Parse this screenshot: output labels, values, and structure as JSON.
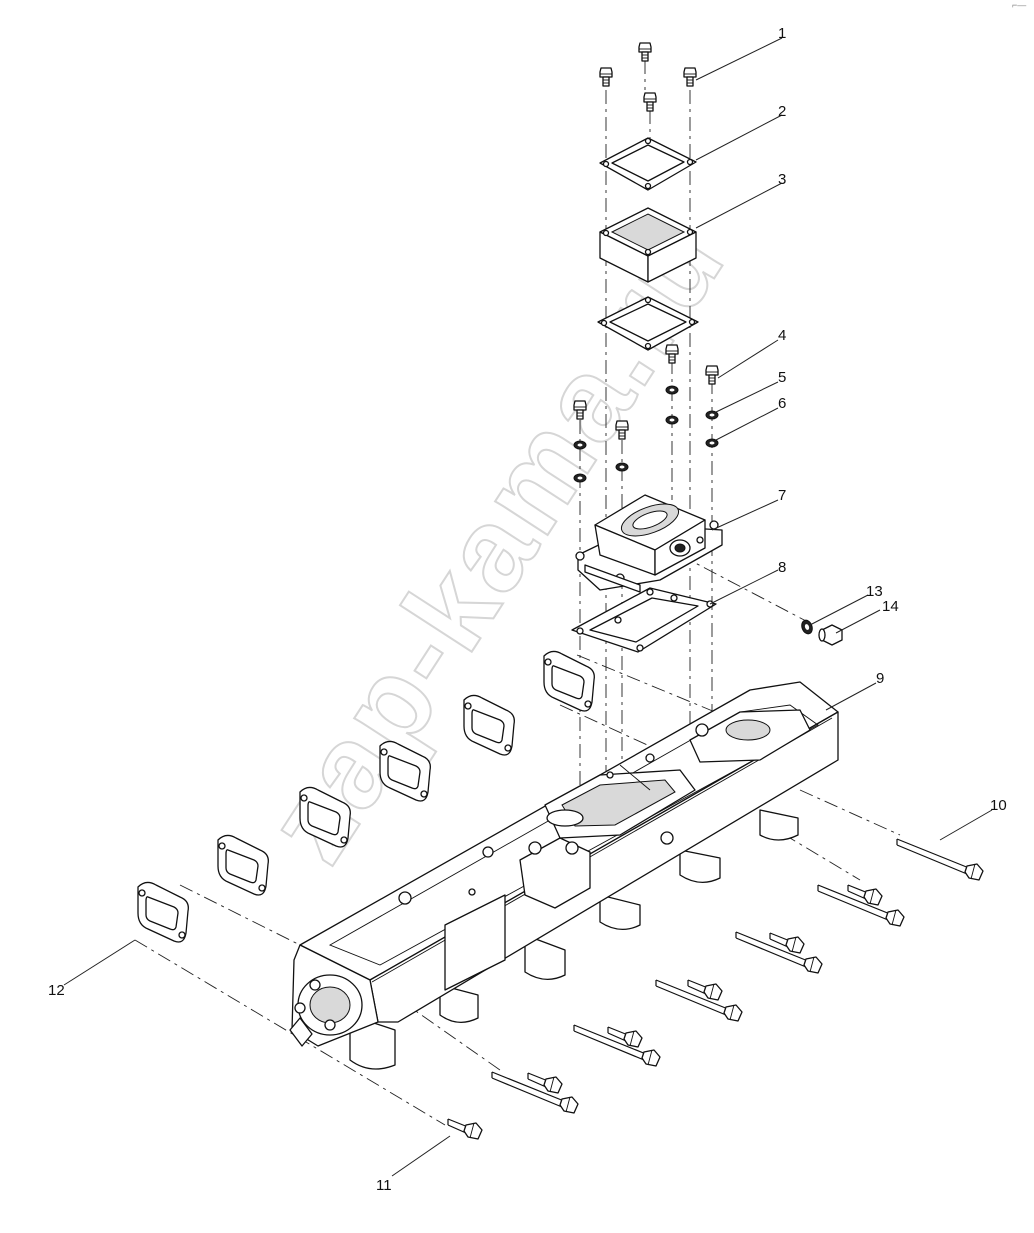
{
  "watermark": "zap-kama.ru",
  "corner_mark": "⌐—",
  "callouts": [
    {
      "id": "callout-1",
      "label": "1"
    },
    {
      "id": "callout-2",
      "label": "2"
    },
    {
      "id": "callout-3",
      "label": "3"
    },
    {
      "id": "callout-4",
      "label": "4"
    },
    {
      "id": "callout-5",
      "label": "5"
    },
    {
      "id": "callout-6",
      "label": "6"
    },
    {
      "id": "callout-7",
      "label": "7"
    },
    {
      "id": "callout-8",
      "label": "8"
    },
    {
      "id": "callout-9",
      "label": "9"
    },
    {
      "id": "callout-10",
      "label": "10"
    },
    {
      "id": "callout-11",
      "label": "11"
    },
    {
      "id": "callout-12",
      "label": "12"
    },
    {
      "id": "callout-13",
      "label": "13"
    },
    {
      "id": "callout-14",
      "label": "14"
    }
  ]
}
